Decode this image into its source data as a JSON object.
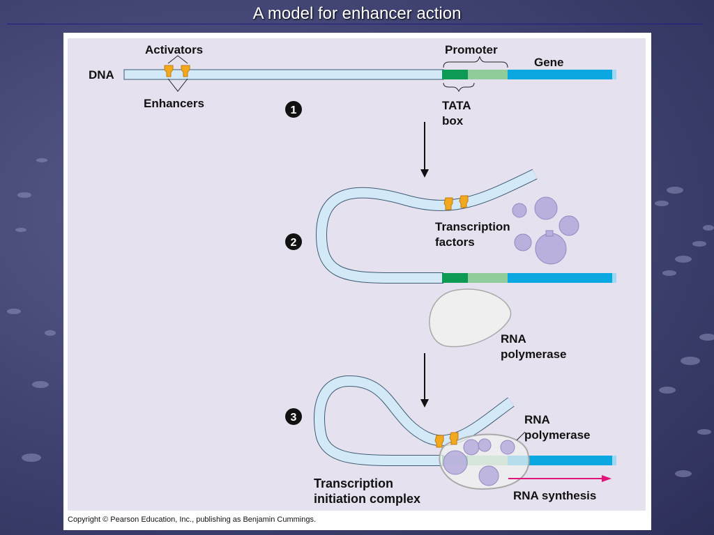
{
  "slide": {
    "title": "A model for enhancer action"
  },
  "figure": {
    "labels": {
      "activators": "Activators",
      "dna": "DNA",
      "enhancers": "Enhancers",
      "promoter": "Promoter",
      "gene": "Gene",
      "tata_line1": "TATA",
      "tata_line2": "box",
      "transcription_factors_line1": "Transcription",
      "transcription_factors_line2": "factors",
      "rna_polymerase_line1": "RNA",
      "rna_polymerase_line2": "polymerase",
      "rna_polymerase2_line1": "RNA",
      "rna_polymerase2_line2": "polymerase",
      "initiation_line1": "Transcription",
      "initiation_line2": "initiation complex",
      "rna_synthesis": "RNA synthesis"
    },
    "steps": [
      "1",
      "2",
      "3"
    ],
    "colors": {
      "panel_bg": "#e6e1ee",
      "dna": "#d3e9f8",
      "dna_edge": "#3c5a72",
      "gene": "#0aa7e0",
      "tata": "#0c9a55",
      "promoter": "#8fcc9a",
      "activator": "#f2a91e",
      "factor": "#b9b0de",
      "polymerase": "#efefef",
      "synthesis_arrow": "#e0157a"
    }
  },
  "copyright": "Copyright © Pearson Education, Inc., publishing as Benjamin Cummings."
}
